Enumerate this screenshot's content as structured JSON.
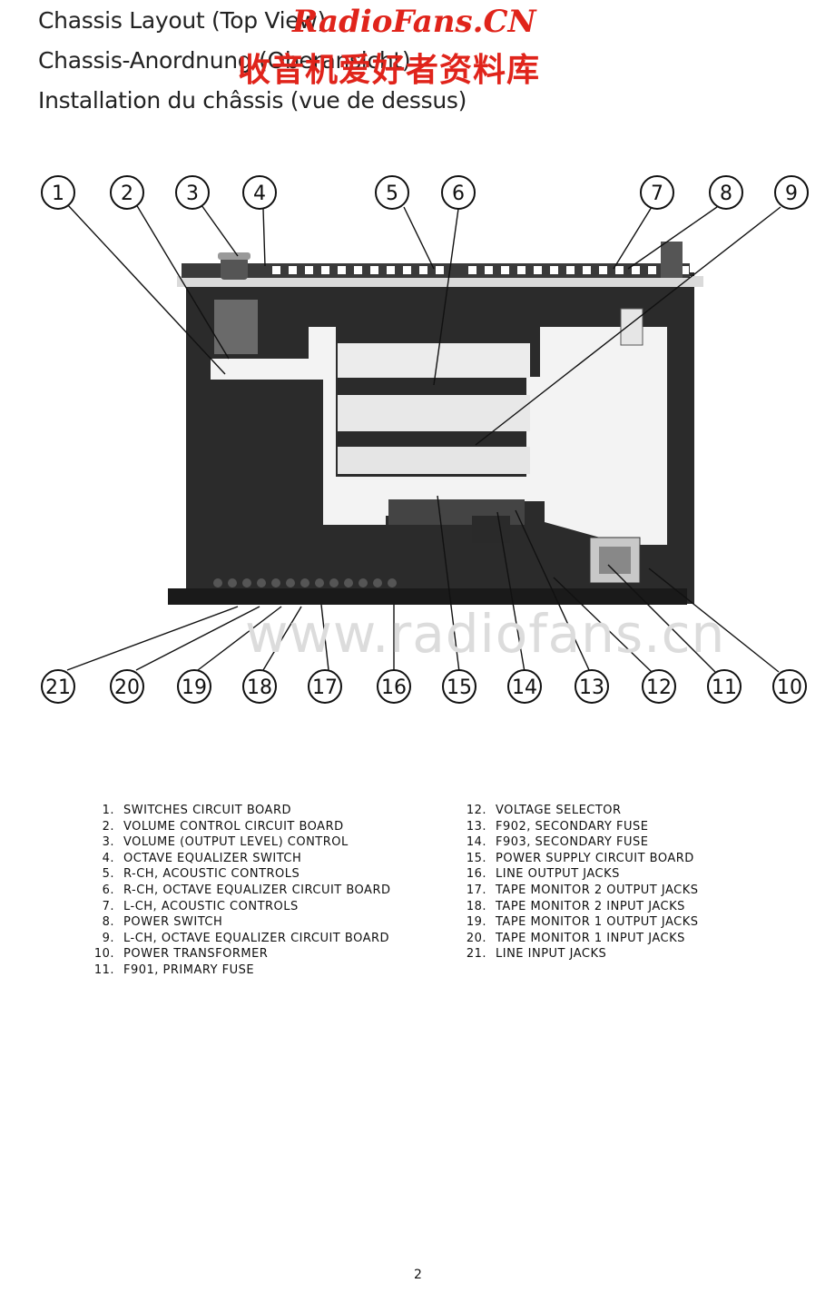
{
  "titles": {
    "en": "Chassis Layout (Top View)",
    "de": "Chassis-Anordnung (Oberansicht)",
    "fr": "Installation du châssis (vue de dessus)"
  },
  "watermark": {
    "site": "RadioFans.CN",
    "chinese": "收音机爱好者资料库",
    "overlay": "www.radiofans.cn"
  },
  "callouts": [
    "1",
    "2",
    "3",
    "4",
    "5",
    "6",
    "7",
    "8",
    "9",
    "10",
    "11",
    "12",
    "13",
    "14",
    "15",
    "16",
    "17",
    "18",
    "19",
    "20",
    "21"
  ],
  "legend": {
    "left": [
      {
        "num": "1.",
        "text": "SWITCHES CIRCUIT BOARD"
      },
      {
        "num": "2.",
        "text": "VOLUME CONTROL CIRCUIT BOARD"
      },
      {
        "num": "3.",
        "text": "VOLUME (OUTPUT LEVEL) CONTROL"
      },
      {
        "num": "4.",
        "text": "OCTAVE EQUALIZER SWITCH"
      },
      {
        "num": "5.",
        "text": "R-CH, ACOUSTIC CONTROLS"
      },
      {
        "num": "6.",
        "text": "R-CH, OCTAVE EQUALIZER CIRCUIT BOARD"
      },
      {
        "num": "7.",
        "text": "L-CH, ACOUSTIC CONTROLS"
      },
      {
        "num": "8.",
        "text": "POWER SWITCH"
      },
      {
        "num": "9.",
        "text": "L-CH, OCTAVE EQUALIZER CIRCUIT BOARD"
      },
      {
        "num": "10.",
        "text": "POWER TRANSFORMER"
      },
      {
        "num": "11.",
        "text": "F901, PRIMARY FUSE"
      }
    ],
    "right": [
      {
        "num": "12.",
        "text": "VOLTAGE SELECTOR"
      },
      {
        "num": "13.",
        "text": "F902, SECONDARY FUSE"
      },
      {
        "num": "14.",
        "text": "F903, SECONDARY FUSE"
      },
      {
        "num": "15.",
        "text": "POWER SUPPLY CIRCUIT BOARD"
      },
      {
        "num": "16.",
        "text": "LINE OUTPUT JACKS"
      },
      {
        "num": "17.",
        "text": "TAPE MONITOR 2 OUTPUT JACKS"
      },
      {
        "num": "18.",
        "text": "TAPE MONITOR 2 INPUT JACKS"
      },
      {
        "num": "19.",
        "text": "TAPE MONITOR 1 OUTPUT JACKS"
      },
      {
        "num": "20.",
        "text": "TAPE MONITOR 1 INPUT JACKS"
      },
      {
        "num": "21.",
        "text": "LINE INPUT JACKS"
      }
    ]
  },
  "page_number": "2",
  "colors": {
    "watermark_red": "#e0241b",
    "ink": "#111111"
  }
}
